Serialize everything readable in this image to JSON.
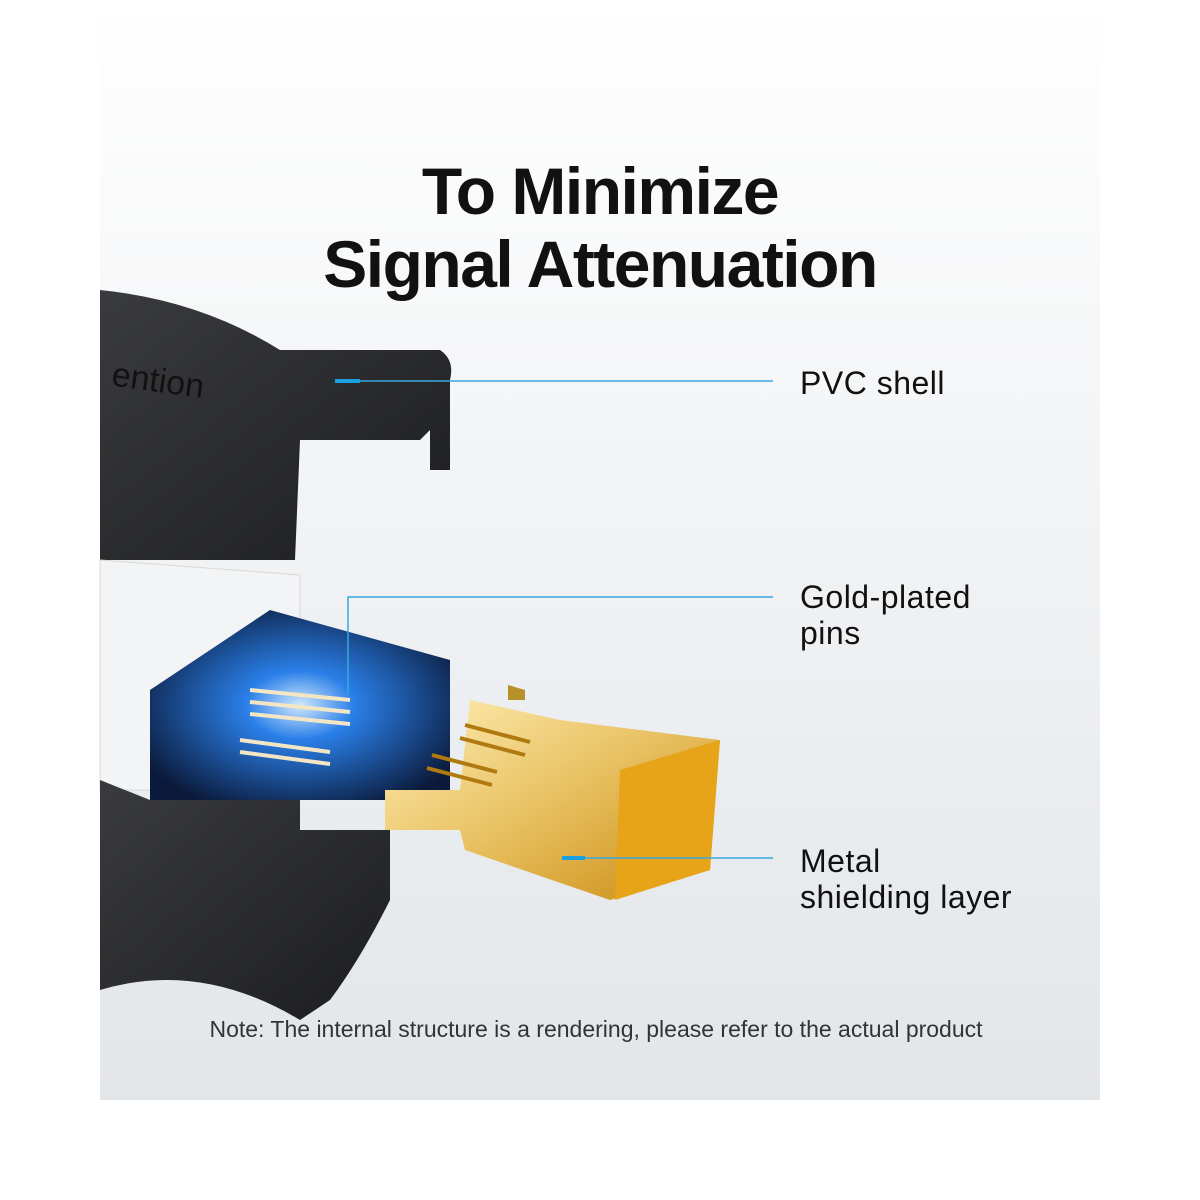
{
  "title": {
    "line1": "To Minimize",
    "line2": "Signal Attenuation"
  },
  "callouts": [
    {
      "line1": "PVC shell",
      "line2": ""
    },
    {
      "line1": "Gold-plated",
      "line2": "pins"
    },
    {
      "line1": "Metal",
      "line2": "shielding layer"
    }
  ],
  "note": "Note: The internal structure is a rendering, please refer to the actual product",
  "brand_logo_text": "vention",
  "colors": {
    "accent": "#1a9fe0",
    "shell": "#2a2b2d",
    "gold": "#e2b040"
  }
}
